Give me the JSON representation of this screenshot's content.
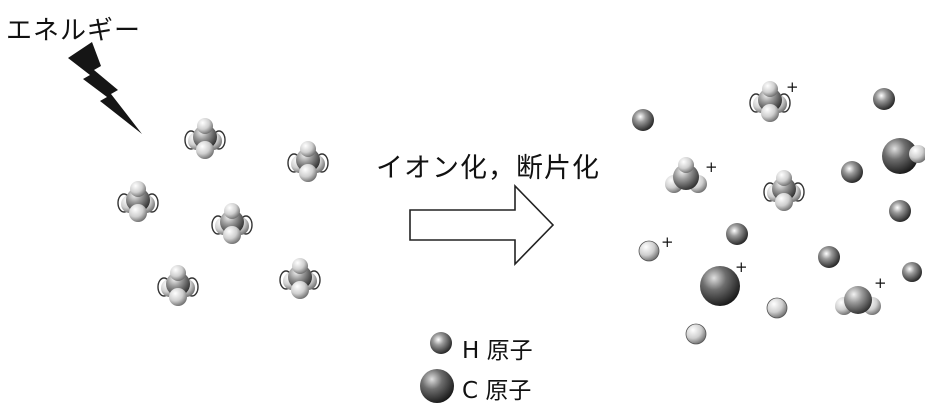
{
  "labels": {
    "energy": "エネルギー",
    "process": "イオン化，断片化"
  },
  "legend": [
    {
      "label": "H 原子",
      "atom": "H"
    },
    {
      "label": "C 原子",
      "atom": "C"
    }
  ],
  "charge_symbol": "+",
  "molecules_before": [
    {
      "formula": "CH4",
      "charge": ""
    },
    {
      "formula": "CH4",
      "charge": ""
    },
    {
      "formula": "CH4",
      "charge": ""
    },
    {
      "formula": "CH4",
      "charge": ""
    },
    {
      "formula": "CH4",
      "charge": ""
    },
    {
      "formula": "CH4",
      "charge": ""
    }
  ],
  "products_after": [
    {
      "species": "CH4",
      "charge": "+"
    },
    {
      "species": "CH3",
      "charge": "+"
    },
    {
      "species": "CH4",
      "charge": ""
    },
    {
      "species": "C",
      "charge": "+"
    },
    {
      "species": "CH2",
      "charge": "+"
    },
    {
      "species": "CH",
      "charge": ""
    },
    {
      "species": "H",
      "charge": "+"
    },
    {
      "species": "H",
      "charge": ""
    },
    {
      "species": "H",
      "charge": ""
    },
    {
      "species": "H",
      "charge": ""
    }
  ],
  "colors": {
    "carbon": "#8a8a8a",
    "hydrogen": "#d0d0d0",
    "ink": "#111111"
  }
}
